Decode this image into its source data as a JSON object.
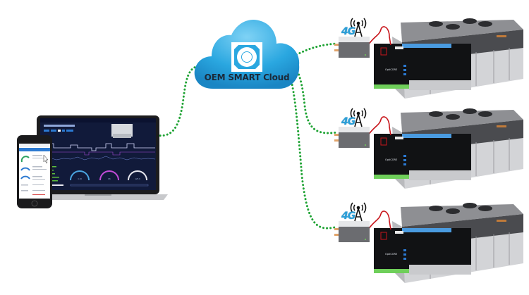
{
  "diagram": {
    "title": "OEM SMART Cloud connectivity",
    "cloud": {
      "label": "OEM SMART Cloud",
      "icon": "cloud-logo-icon",
      "color": "#2aa7e0"
    },
    "link_color": "#1fa334",
    "cable_color": "#c8151b",
    "client_devices": {
      "laptop": {
        "screen_title": "KTL Center for Intelligent Bldgs",
        "gauges": [
          "4.16",
          "86",
          "125.6"
        ]
      },
      "phone": {
        "header": "My Locations",
        "selected_item": "LRS Sensor Intelligent Bldg"
      }
    },
    "sites": [
      {
        "modem_label": "4G",
        "modem_icon": "cell-tower-icon",
        "controller": "OptiCORE",
        "unit": "rooftop-unit"
      },
      {
        "modem_label": "4G",
        "modem_icon": "cell-tower-icon",
        "controller": "OptiCORE",
        "unit": "rooftop-unit"
      },
      {
        "modem_label": "4G",
        "modem_icon": "cell-tower-icon",
        "controller": "OptiCORE",
        "unit": "rooftop-unit"
      }
    ]
  }
}
